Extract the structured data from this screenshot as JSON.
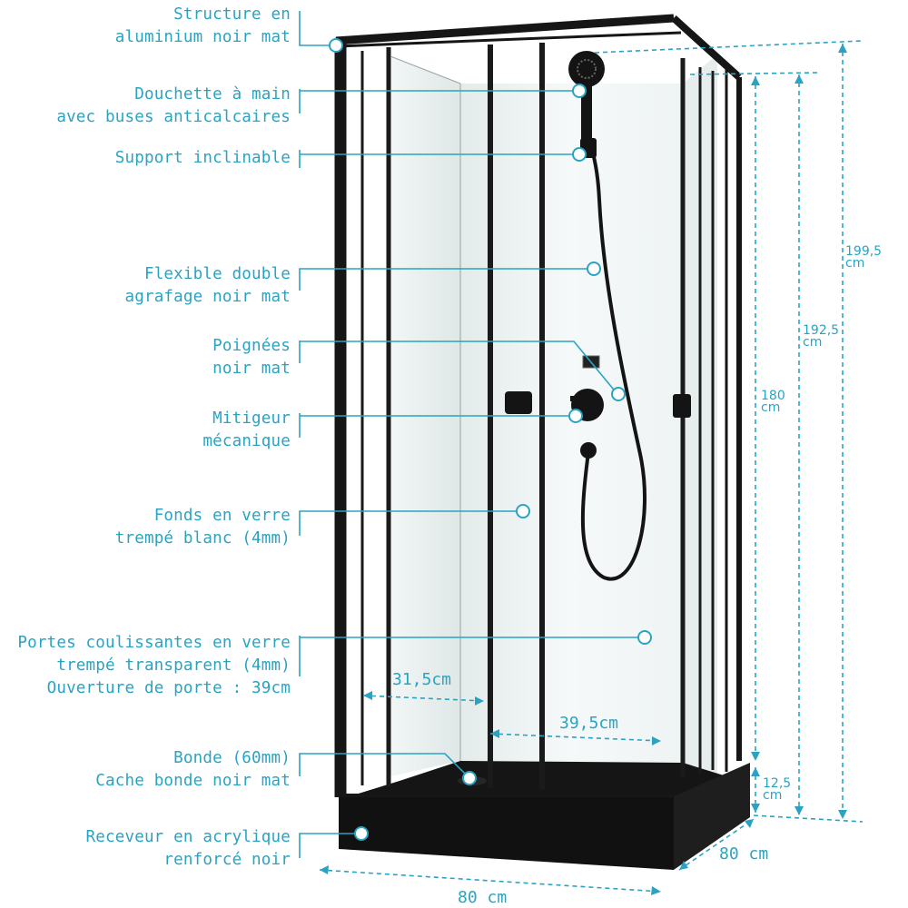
{
  "accent_color": "#2aa3c3",
  "frame_color": "#1a1a1a",
  "labels": {
    "structure": {
      "line1": "Structure en",
      "line2": "aluminium noir mat"
    },
    "douchette": {
      "line1": "Douchette à main",
      "line2": "avec buses anticalcaires"
    },
    "support": {
      "line1": "Support inclinable"
    },
    "flexible": {
      "line1": "Flexible double",
      "line2": "agrafage noir mat"
    },
    "poignees": {
      "line1": "Poignées",
      "line2": "noir mat"
    },
    "mitigeur": {
      "line1": "Mitigeur",
      "line2": "mécanique"
    },
    "fonds": {
      "line1": "Fonds en verre",
      "line2": "trempé blanc (4mm)"
    },
    "portes": {
      "line1": "Portes coulissantes en verre",
      "line2": "trempé transparent (4mm)",
      "line3": "Ouverture de porte : 39cm"
    },
    "bonde": {
      "line1": "Bonde (60mm)",
      "line2": "Cache bonde noir mat"
    },
    "receveur": {
      "line1": "Receveur en acrylique",
      "line2": "renforcé noir"
    }
  },
  "dimensions": {
    "h_total": {
      "value": "199,5",
      "unit": "cm"
    },
    "h_door": {
      "value": "192,5",
      "unit": "cm"
    },
    "h_panel": {
      "value": "180",
      "unit": "cm"
    },
    "h_tray": {
      "value": "12,5",
      "unit": "cm"
    },
    "opening_left": "31,5cm",
    "opening_right": "39,5cm",
    "width": "80 cm",
    "depth": "80 cm"
  }
}
